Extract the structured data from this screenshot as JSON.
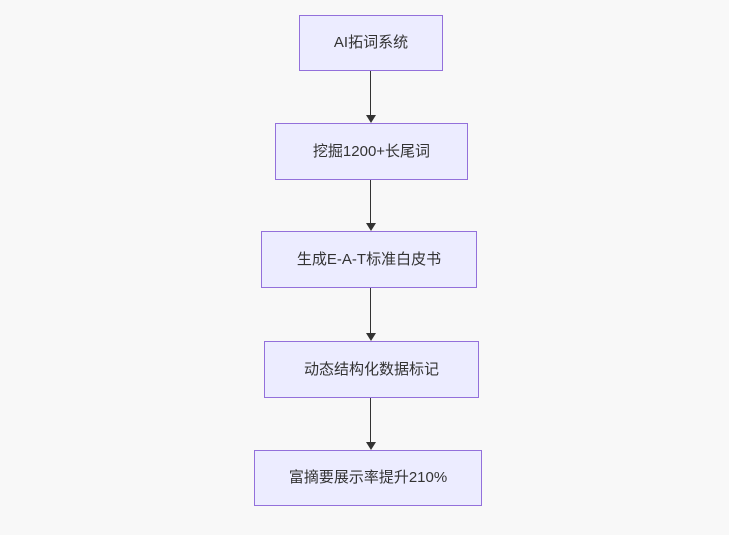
{
  "colors": {
    "background": "#f8f8f8",
    "node_fill": "#ECECFF",
    "node_border": "#9370DB",
    "arrow_color": "#333333",
    "text_color": "#333333"
  },
  "flowchart": {
    "type": "flowchart",
    "direction": "top-down",
    "nodes": [
      {
        "id": "n1",
        "label": "AI拓词系统"
      },
      {
        "id": "n2",
        "label": "挖掘1200+长尾词"
      },
      {
        "id": "n3",
        "label": "生成E-A-T标准白皮书"
      },
      {
        "id": "n4",
        "label": "动态结构化数据标记"
      },
      {
        "id": "n5",
        "label": "富摘要展示率提升210%"
      }
    ],
    "edges": [
      {
        "from": "n1",
        "to": "n2"
      },
      {
        "from": "n2",
        "to": "n3"
      },
      {
        "from": "n3",
        "to": "n4"
      },
      {
        "from": "n4",
        "to": "n5"
      }
    ]
  }
}
